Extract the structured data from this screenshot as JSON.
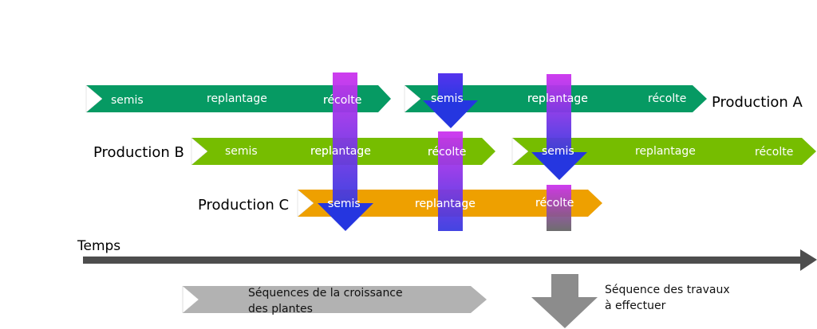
{
  "colors": {
    "production_a": "#069a63",
    "production_b": "#76bd00",
    "production_c": "#eea000",
    "legend_bar": "#b2b2b2",
    "legend_arrow": "#8c8c8c",
    "time_axis": "#4d4d4d",
    "work_arrow_top": "#cc33ee",
    "work_arrow_bottom": "#2233dd",
    "text_on_bar": "#ffffff"
  },
  "productions": [
    {
      "name": "Production A",
      "cycles": [
        {
          "stages": [
            "semis",
            "replantage",
            "récolte"
          ]
        },
        {
          "stages": [
            "semis",
            "replantage",
            "récolte"
          ]
        }
      ]
    },
    {
      "name": "Production B",
      "cycles": [
        {
          "stages": [
            "semis",
            "replantage",
            "récolte"
          ]
        },
        {
          "stages": [
            "semis",
            "replantage",
            "récolte"
          ]
        }
      ]
    },
    {
      "name": "Production C",
      "cycles": [
        {
          "stages": [
            "semis",
            "replantage",
            "récolte"
          ]
        }
      ]
    }
  ],
  "work_sequences": [
    {
      "from": "Production A récolte",
      "to": "Production C semis"
    },
    {
      "from": "Production A semis",
      "to": "Production C replantage"
    },
    {
      "from": "Production A replantage",
      "to": "Production C récolte"
    }
  ],
  "time_axis": {
    "label": "Temps"
  },
  "legend": {
    "growth_sequence": {
      "line1": "Séquences de la croissance",
      "line2": "des plantes"
    },
    "work_sequence": {
      "line1": "Séquence des travaux",
      "line2": "à effectuer"
    }
  }
}
